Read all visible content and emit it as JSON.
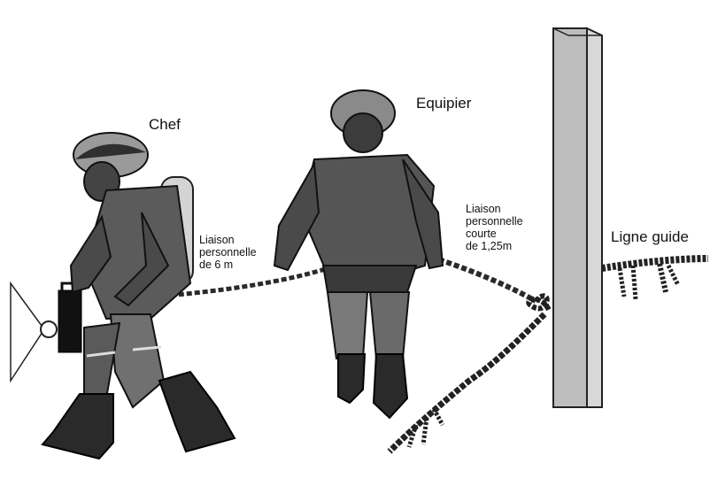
{
  "labels": {
    "chef": "Chef",
    "equipier": "Equipier",
    "liaison_6m": "Liaison\npersonnelle\nde 6 m",
    "liaison_courte": "Liaison\npersonnelle\ncourte\nde 1,25m",
    "ligne_guide": "Ligne guide"
  },
  "colors": {
    "suit_dark": "#3a3a3a",
    "suit_mid": "#6e6e6e",
    "suit_light": "#a8a8a8",
    "wall": "#b9b9b9",
    "rope": "#2a2a2a"
  },
  "icons": {
    "lamp": "hand-lamp-icon",
    "helmet": "helmet-icon",
    "air_cylinder": "air-cylinder-icon"
  }
}
